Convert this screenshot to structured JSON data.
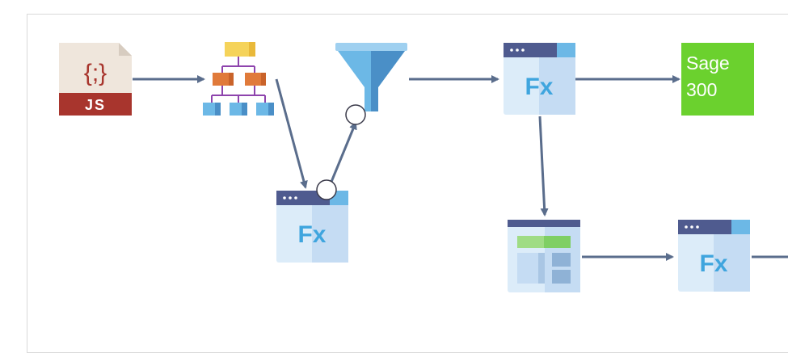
{
  "diagram": {
    "nodes": [
      {
        "id": "js-source",
        "icon": "javascript-file-icon",
        "label": "JS",
        "glyph": "{;}"
      },
      {
        "id": "hierarchy",
        "icon": "hierarchy-tree-icon"
      },
      {
        "id": "fx-1",
        "icon": "function-window-icon",
        "label": "Fx"
      },
      {
        "id": "filter",
        "icon": "filter-funnel-icon"
      },
      {
        "id": "fx-2",
        "icon": "function-window-icon",
        "label": "Fx"
      },
      {
        "id": "sage",
        "icon": "sage-300-icon",
        "line1": "Sage",
        "line2": "300"
      },
      {
        "id": "table",
        "icon": "table-layout-icon"
      },
      {
        "id": "fx-3",
        "icon": "function-window-icon",
        "label": "Fx"
      }
    ],
    "colors": {
      "arrow": "#5a6d8c",
      "js_dark": "#a8352d",
      "sage_green": "#6bd12e",
      "window_bar": "#4f5b8f",
      "window_light": "#cfe3f5",
      "fx_text": "#3fa5de"
    }
  }
}
